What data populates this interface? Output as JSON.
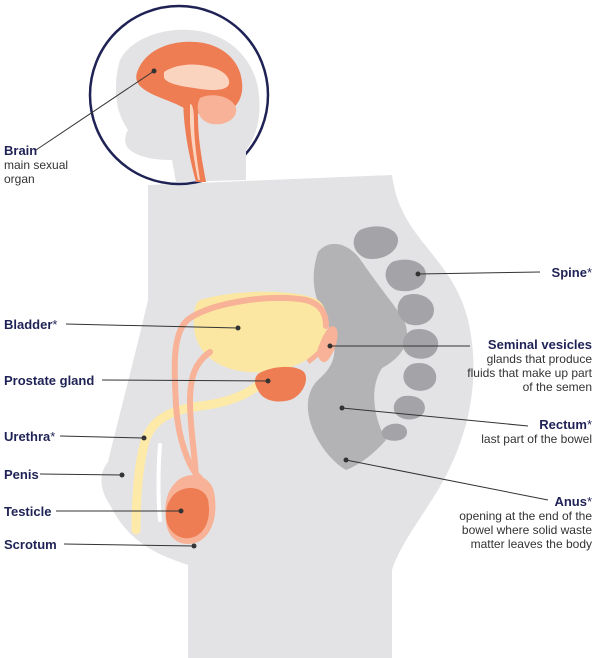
{
  "colors": {
    "body": "#e3e3e5",
    "inner_grey": "#b3b3b6",
    "bone": "#a4a4a8",
    "bladder": "#fbe7a1",
    "urethra": "#fde9a8",
    "orange_light": "#f7b297",
    "orange_dark": "#ee7d53",
    "brain_ring": "#1f2255",
    "label": "#1f2255",
    "line": "#333333"
  },
  "labels": {
    "brain": {
      "title": "Brain",
      "desc": "main sexual organ"
    },
    "bladder": {
      "title": "Bladder",
      "asterisk": "*"
    },
    "prostate": {
      "title": "Prostate gland"
    },
    "urethra": {
      "title": "Urethra",
      "asterisk": "*"
    },
    "penis": {
      "title": "Penis"
    },
    "testicle": {
      "title": "Testicle"
    },
    "scrotum": {
      "title": "Scrotum"
    },
    "spine": {
      "title": "Spine",
      "asterisk": "*"
    },
    "seminal": {
      "title": "Seminal vesicles",
      "desc": "glands that produce fluids that make up part of the semen"
    },
    "rectum": {
      "title": "Rectum",
      "asterisk": "*",
      "desc": "last part of the bowel"
    },
    "anus": {
      "title": "Anus",
      "asterisk": "*",
      "desc": "opening at the end of the bowel where solid waste matter leaves the body"
    }
  }
}
